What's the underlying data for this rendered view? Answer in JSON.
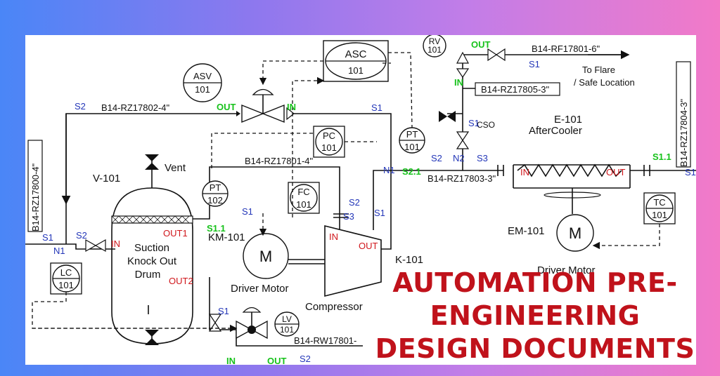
{
  "diagram": {
    "labels": {
      "asc": "ASC",
      "asc_num": "101",
      "asv": "ASV",
      "asv_num": "101",
      "rv": "RV",
      "rv_num": "101",
      "pc": "PC",
      "pc_num": "101",
      "pt_top": "PT",
      "pt_top_num": "101",
      "pt_left": "PT",
      "pt_left_num": "102",
      "fc": "FC",
      "fc_num": "101",
      "lc": "LC",
      "lc_num": "101",
      "tc": "TC",
      "tc_num": "101",
      "lv": "LV",
      "lv_num": "101",
      "line_rf": "B14-RF17801-6\"",
      "flare1": "To Flare",
      "flare2": "/ Safe Location",
      "line_rz805": "B14-RZ17805-3\"",
      "line_rz802": "B14-RZ17802-4\"",
      "line_rz801": "B14-RZ17801-4\"",
      "line_rz803": "B14-RZ17803-3\"",
      "line_rz800": "B14-RZ17800-4\"",
      "line_rz804": "B14-RZ17804-3\"",
      "line_rw": "B14-RW17801-",
      "e101": "E-101",
      "aftercooler": "AfterCooler",
      "v101": "V-101",
      "vent": "Vent",
      "suction": "Suction",
      "knockout": "Knock Out",
      "drum": "Drum",
      "km101": "KM-101",
      "driver_motor_1": "Driver Motor",
      "driver_motor_2": "Driver Motor",
      "compressor": "Compressor",
      "k101": "K-101",
      "em101": "EM-101",
      "motor_m": "M",
      "cso": "CSO",
      "s1": "S1",
      "s2": "S2",
      "s3": "S3",
      "n1": "N1",
      "n2": "N2",
      "s1_1": "S1.1",
      "s2_1": "S2.1",
      "out": "OUT",
      "in": "IN",
      "out1": "OUT1",
      "out2": "OUT2"
    }
  },
  "headline": {
    "line1": "AUTOMATION PRE-",
    "line2": "ENGINEERING",
    "line3": "DESIGN DOCUMENTS"
  },
  "colors": {
    "headline": "#c0121b",
    "stream_label": "#2336b8",
    "flow_direction": "#17c21b",
    "nozzle_label": "#d0161b"
  }
}
